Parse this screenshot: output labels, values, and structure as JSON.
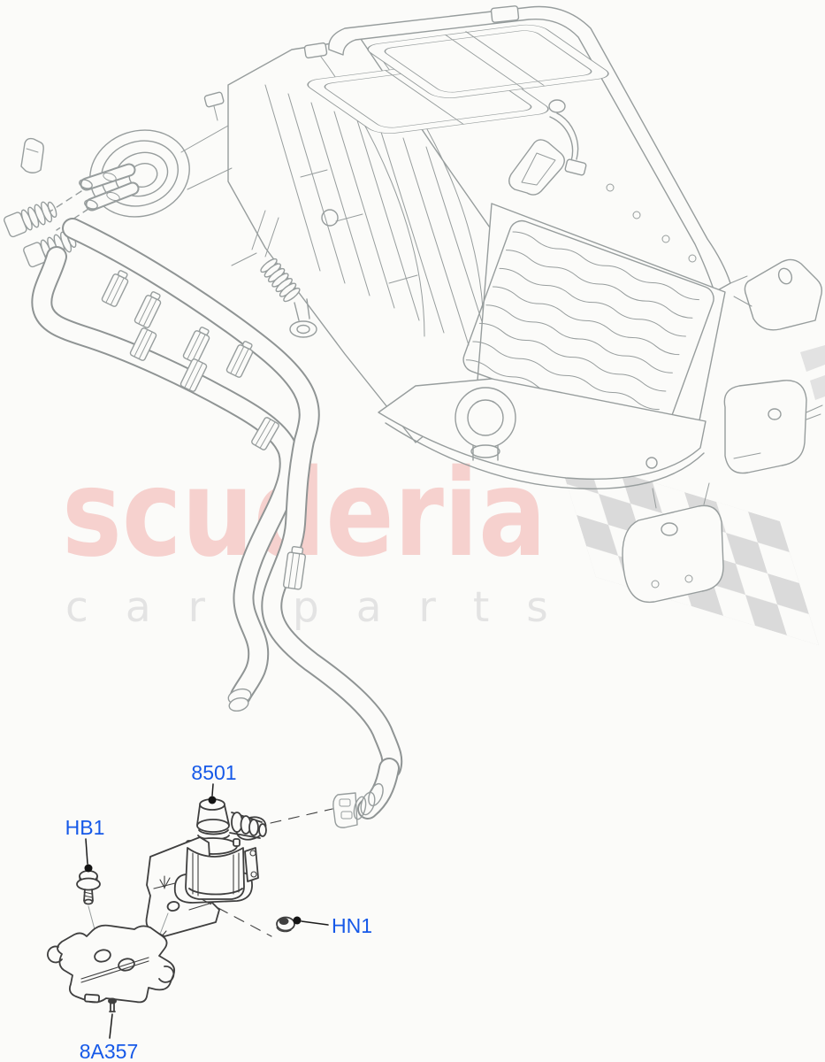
{
  "watermark": {
    "brand": "scuderia",
    "subtitle": "car parts"
  },
  "callouts": [
    {
      "code": "8501"
    },
    {
      "code": "HB1"
    },
    {
      "code": "HN1"
    },
    {
      "code": "8A357"
    }
  ],
  "colors": {
    "background": "#fbfbf9",
    "line_gray": "#979d9d",
    "hose_gray": "#8f9494",
    "dark_gray": "#3f3f3f",
    "label_blue": "#1659e8",
    "leader_black": "#1b1b1b",
    "watermark_pink": "#f6d1ce",
    "watermark_gray": "#e3e3e3",
    "flag_gray": "#dadada"
  }
}
